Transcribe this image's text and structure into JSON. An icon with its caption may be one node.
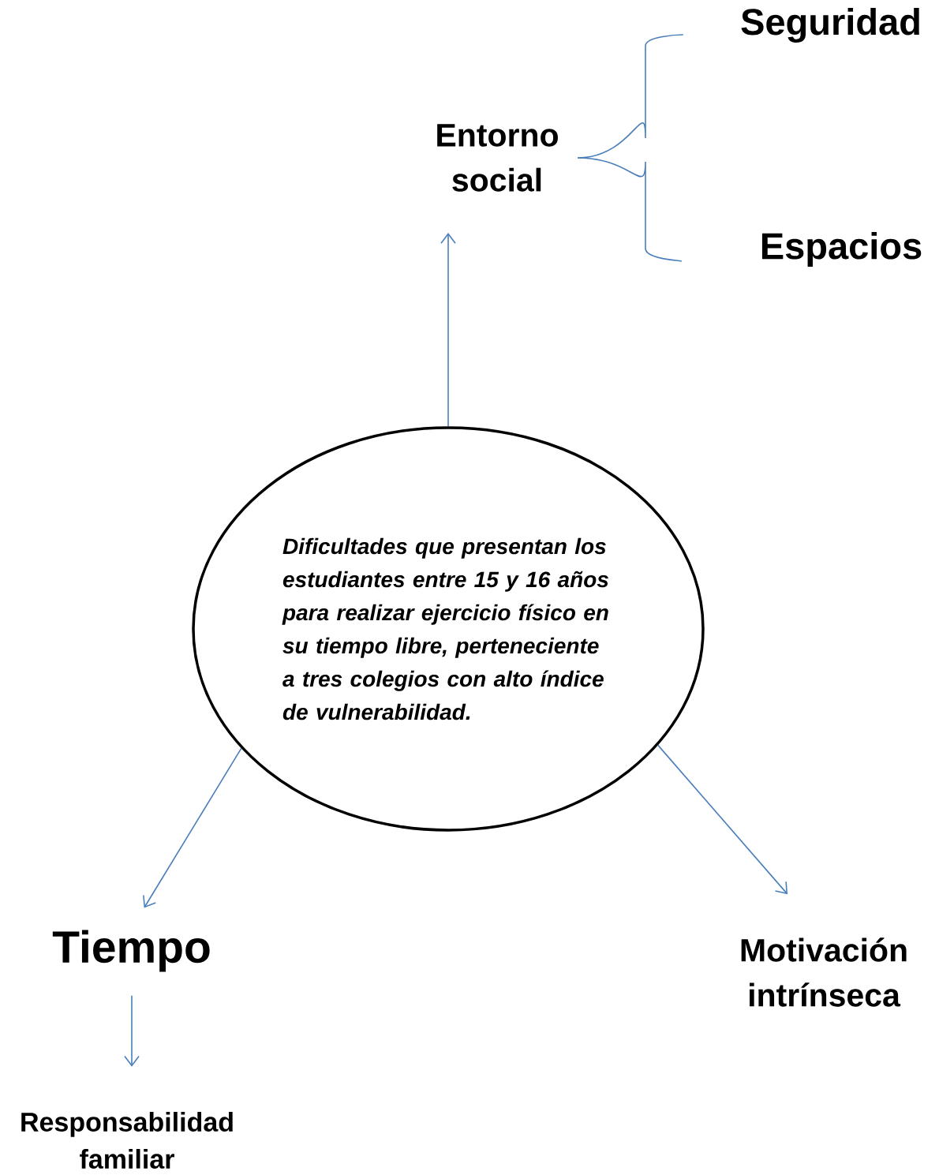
{
  "diagram": {
    "nodes": [
      {
        "text": [
          "Dificultades que presentan los estudiantes entre 15 y 16 años para realizar ejercicio físico en su tiempo libre, perteneciente a tres colegios con alto índice de vulnerabilidad."
        ]
      },
      {
        "text": [
          "Entorno social"
        ]
      },
      {
        "text": [
          "Seguridad"
        ]
      },
      {
        "text": [
          "Espacios"
        ]
      },
      {
        "text": [
          "Tiempo"
        ]
      },
      {
        "text": [
          "Motivación intrínseca"
        ]
      },
      {
        "text": [
          "Responsabilidad familiar"
        ]
      }
    ],
    "edges": [
      {
        "from": 0,
        "to": 1,
        "arrow": "to"
      },
      {
        "from": 1,
        "to": 2,
        "arrow": "none"
      },
      {
        "from": 1,
        "to": 3,
        "arrow": "none"
      },
      {
        "from": 0,
        "to": 4,
        "arrow": "to"
      },
      {
        "from": 0,
        "to": 5,
        "arrow": "to"
      },
      {
        "from": 4,
        "to": 6,
        "arrow": "to"
      }
    ]
  }
}
